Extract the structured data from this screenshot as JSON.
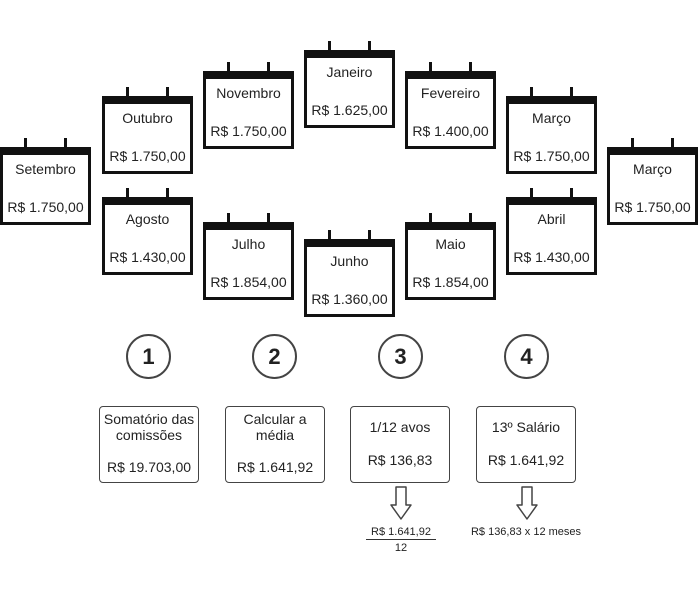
{
  "calendars": [
    {
      "month": "Setembro",
      "value": "R$ 1.750,00"
    },
    {
      "month": "Outubro",
      "value": "R$ 1.750,00"
    },
    {
      "month": "Novembro",
      "value": "R$ 1.750,00"
    },
    {
      "month": "Janeiro",
      "value": "R$ 1.625,00"
    },
    {
      "month": "Fevereiro",
      "value": "R$ 1.400,00"
    },
    {
      "month": "Março",
      "value": "R$ 1.750,00"
    },
    {
      "month": "Março",
      "value": "R$ 1.750,00"
    },
    {
      "month": "Agosto",
      "value": "R$ 1.430,00"
    },
    {
      "month": "Julho",
      "value": "R$ 1.854,00"
    },
    {
      "month": "Junho",
      "value": "R$ 1.360,00"
    },
    {
      "month": "Maio",
      "value": "R$ 1.854,00"
    },
    {
      "month": "Abril",
      "value": "R$ 1.430,00"
    }
  ],
  "steps": [
    {
      "number": "1",
      "title": "Somatório das comissões",
      "value": "R$ 19.703,00"
    },
    {
      "number": "2",
      "title": "Calcular a média",
      "value": "R$ 1.641,92"
    },
    {
      "number": "3",
      "title": "1/12 avos",
      "value": "R$ 136,83"
    },
    {
      "number": "4",
      "title": "13º Salário",
      "value": "R$ 1.641,92"
    }
  ],
  "fraction": {
    "numerator": "R$ 1.641,92",
    "denominator": "12"
  },
  "multiplication_note": "R$ 136,83 x 12 meses"
}
